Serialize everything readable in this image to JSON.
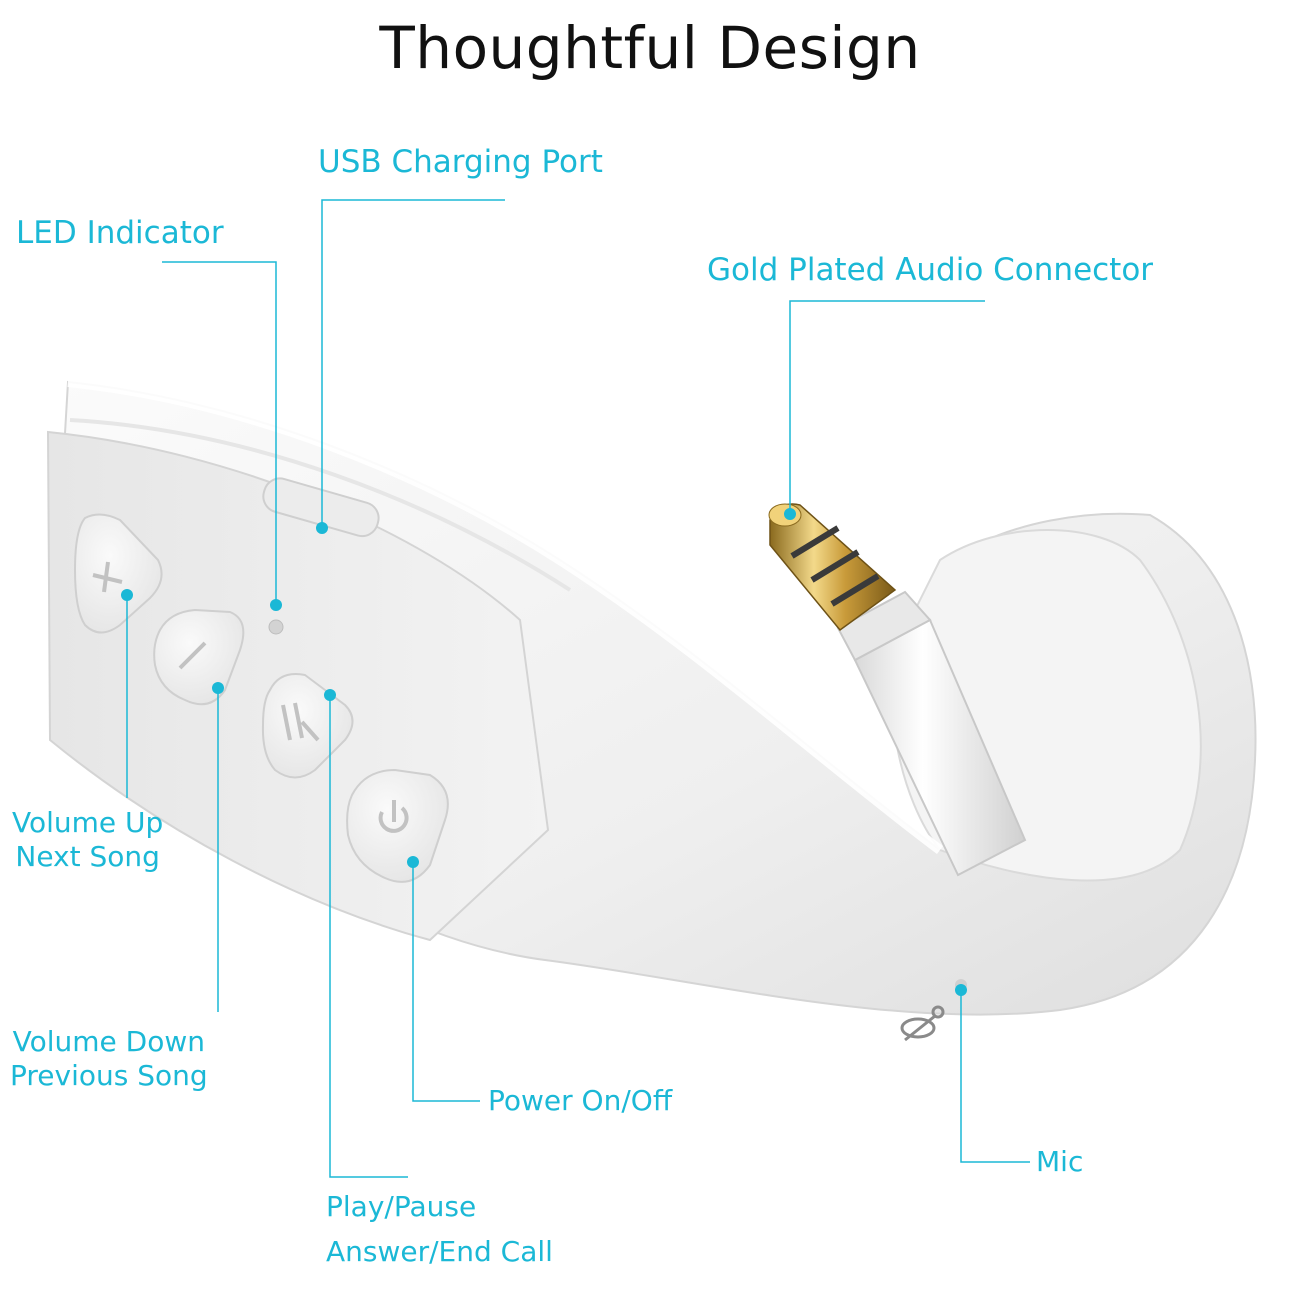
{
  "title": "Thoughtful Design",
  "accent_color": "#1bb8d6",
  "labels": {
    "usb": "USB Charging Port",
    "led": "LED Indicator",
    "gold": "Gold Plated Audio Connector",
    "volume_up": [
      "Volume Up",
      "Next Song"
    ],
    "volume_down": [
      "Volume Down",
      "Previous Song"
    ],
    "power": "Power On/Off",
    "play": [
      "Play/Pause",
      "Answer/End Call"
    ],
    "mic": "Mic"
  },
  "icons": [
    "plus-icon",
    "minus-icon",
    "play-pause-icon",
    "power-icon",
    "mic-icon"
  ]
}
